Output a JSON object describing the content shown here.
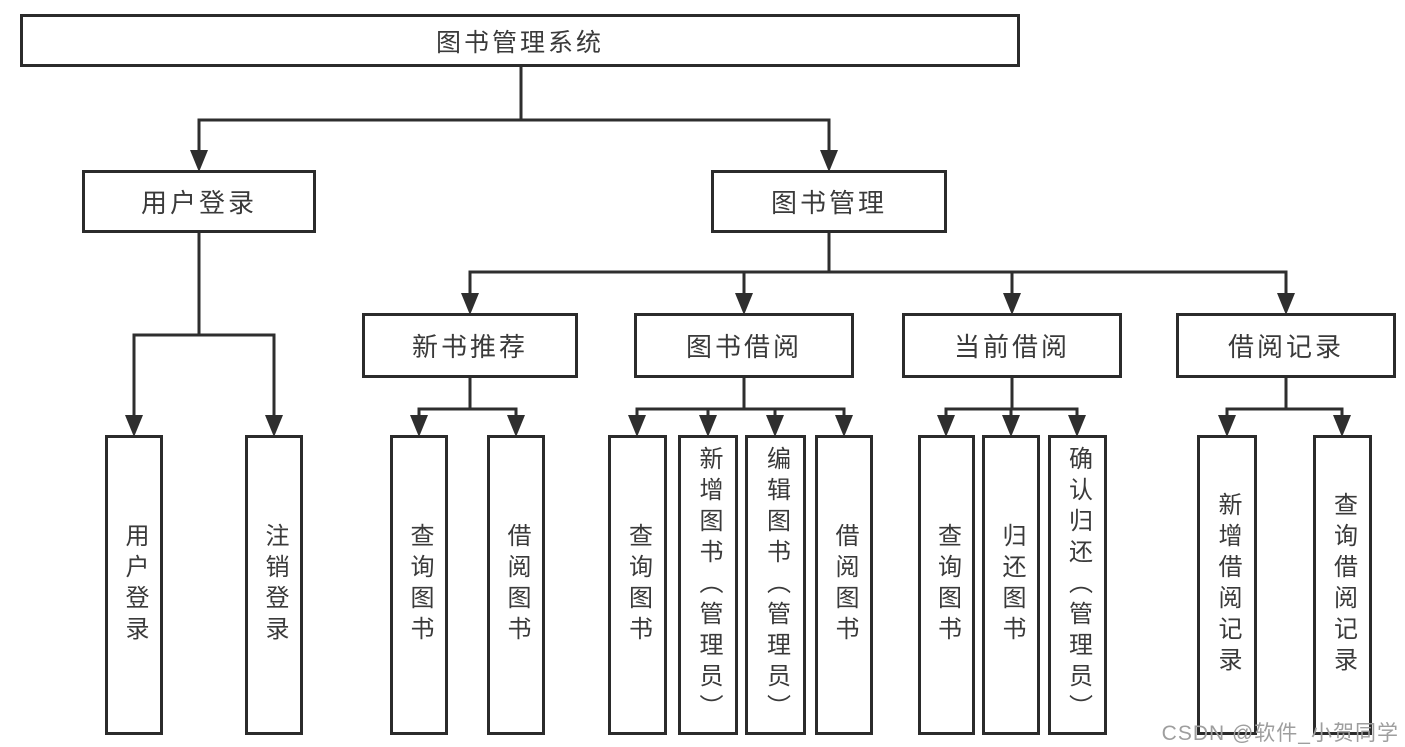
{
  "colors": {
    "border": "#2b2b2b",
    "line": "#2e2e2e",
    "text": "#3a3a3a",
    "watermark": "#9e9e9e",
    "background": "#ffffff"
  },
  "watermark": {
    "text": "CSDN @软件_小贺同学"
  },
  "tree": {
    "root": {
      "label": "图书管理系统"
    },
    "branches": [
      {
        "label": "用户登录",
        "leaves": [
          {
            "label": "用户登录"
          },
          {
            "label": "注销登录"
          }
        ]
      },
      {
        "label": "图书管理",
        "groups": [
          {
            "label": "新书推荐",
            "leaves": [
              {
                "label": "查询图书"
              },
              {
                "label": "借阅图书"
              }
            ]
          },
          {
            "label": "图书借阅",
            "leaves": [
              {
                "label": "查询图书"
              },
              {
                "label": "新增图书（管理员）"
              },
              {
                "label": "编辑图书（管理员）"
              },
              {
                "label": "借阅图书"
              }
            ]
          },
          {
            "label": "当前借阅",
            "leaves": [
              {
                "label": "查询图书"
              },
              {
                "label": "归还图书"
              },
              {
                "label": "确认归还（管理员）"
              }
            ]
          },
          {
            "label": "借阅记录",
            "leaves": [
              {
                "label": "新增借阅记录"
              },
              {
                "label": "查询借阅记录"
              }
            ]
          }
        ]
      }
    ]
  }
}
